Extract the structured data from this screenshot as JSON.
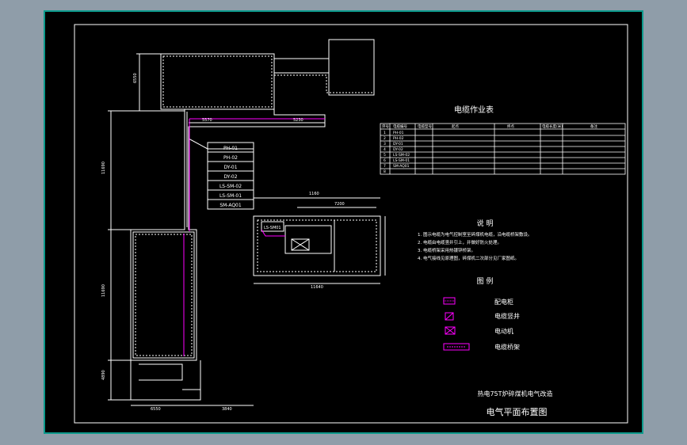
{
  "drawing": {
    "title": "电气平面布置图",
    "subtitle": "热电75T炉碎煤机电气改造",
    "cable_table": {
      "title": "电缆作业表",
      "headers": [
        "序号",
        "电缆编号",
        "电缆型号",
        "起点",
        "终点",
        "电缆长度(米)",
        "备注"
      ],
      "rows": [
        [
          "1",
          "PH-01",
          "",
          "",
          "",
          "",
          ""
        ],
        [
          "2",
          "PH-02",
          "",
          "",
          "",
          "",
          ""
        ],
        [
          "3",
          "DY-01",
          "",
          "",
          "",
          "",
          ""
        ],
        [
          "4",
          "DY-02",
          "",
          "",
          "",
          "",
          ""
        ],
        [
          "5",
          "LS-SM-02",
          "",
          "",
          "",
          "",
          ""
        ],
        [
          "6",
          "LS-SM-01",
          "",
          "",
          "",
          "",
          ""
        ],
        [
          "7",
          "SM-AQ01",
          "",
          "",
          "",
          "",
          ""
        ],
        [
          "8",
          "",
          "",
          "",
          "",
          "",
          ""
        ]
      ]
    },
    "cable_labels": [
      "PH-01",
      "PH-02",
      "DY-01",
      "DY-02",
      "LS-SM-02",
      "LS-SM-01",
      "SM-AQ01"
    ],
    "notes": {
      "title": "说 明",
      "items": [
        "1. 图示电缆为电气控制室至碎煤机电缆，沿电缆桥架敷设。",
        "2. 电缆由电缆竖井引上，并做好防火处理。",
        "3. 电缆桥架采用热镀锌桥架。",
        "4. 电气接线见原理图，碎煤机二次部分见厂家图纸。"
      ]
    },
    "legend": {
      "title": "图 例",
      "items": [
        {
          "symbol": "panel",
          "label": "配电柜"
        },
        {
          "symbol": "shaft",
          "label": "电缆竖井"
        },
        {
          "symbol": "motor",
          "label": "电动机"
        },
        {
          "symbol": "tray",
          "label": "电缆桥架"
        }
      ]
    },
    "dimensions": {
      "d_1160": "1160",
      "d_7200": "7200",
      "d_11640": "11640",
      "d_6550": "6550",
      "d_5570": "5570"
    }
  },
  "colors": {
    "frame": "#0c9a8c",
    "line": "#ffffff",
    "magenta": "#ff00ff",
    "background": "#000000",
    "chrome": "#8f9da9"
  }
}
